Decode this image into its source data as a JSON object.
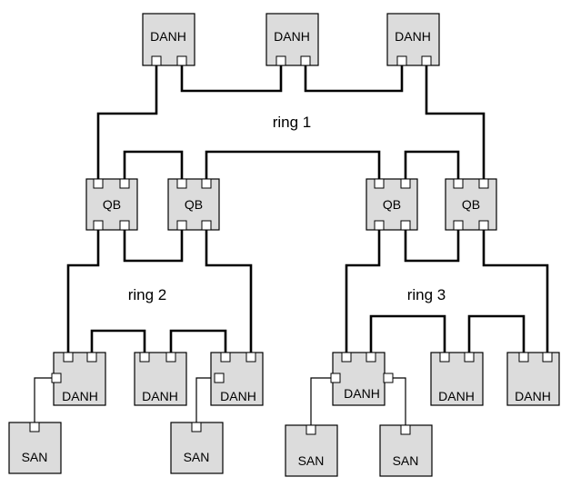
{
  "rings": [
    "ring 1",
    "ring 2",
    "ring 3"
  ],
  "nodes": {
    "top_danh_1": "DANH",
    "top_danh_2": "DANH",
    "top_danh_3": "DANH",
    "qb_1": "QB",
    "qb_2": "QB",
    "qb_3": "QB",
    "qb_4": "QB",
    "r2_danh_1": "DANH",
    "r2_danh_2": "DANH",
    "r2_danh_3": "DANH",
    "r3_danh_1": "DANH",
    "r3_danh_2": "DANH",
    "r3_danh_3": "DANH",
    "san_1": "SAN",
    "san_2": "SAN",
    "san_3": "SAN",
    "san_4": "SAN"
  }
}
